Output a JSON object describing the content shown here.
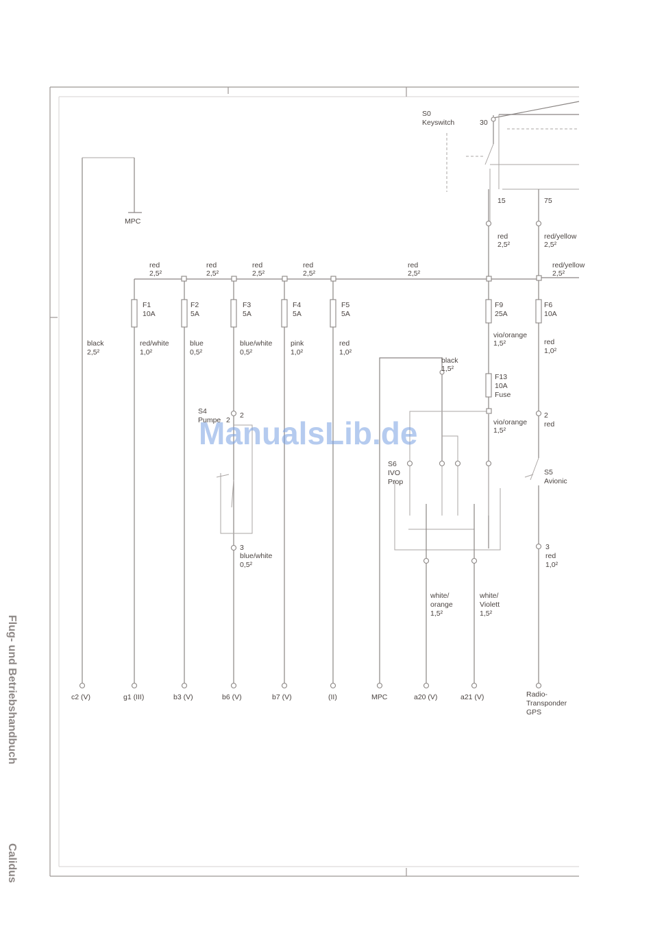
{
  "sidebar": {
    "manual_title": "Flug- und Betriebshandbuch",
    "aircraft": "Calidus"
  },
  "watermark": "ManualsLib.de",
  "keyswitch": {
    "id": "S0",
    "name": "Keyswitch",
    "terminal_30": "30",
    "terminal_15": "15",
    "terminal_75": "75"
  },
  "mpc_top": "MPC",
  "bus_wires": [
    {
      "color": "red",
      "size": "2,5²"
    },
    {
      "color": "red",
      "size": "2,5²"
    },
    {
      "color": "red",
      "size": "2,5²"
    },
    {
      "color": "red",
      "size": "2,5²"
    },
    {
      "color": "red",
      "size": "2,5²"
    }
  ],
  "fuses": [
    {
      "id": "F1",
      "rating": "10A"
    },
    {
      "id": "F2",
      "rating": "5A"
    },
    {
      "id": "F3",
      "rating": "5A"
    },
    {
      "id": "F4",
      "rating": "5A"
    },
    {
      "id": "F5",
      "rating": "5A"
    },
    {
      "id": "F9",
      "rating": "25A"
    },
    {
      "id": "F6",
      "rating": "10A"
    },
    {
      "id": "F13",
      "rating": "10A",
      "note": "Fuse"
    }
  ],
  "wires": {
    "black": {
      "color": "black",
      "size": "2,5²"
    },
    "f1": {
      "color": "red/white",
      "size": "1,0²"
    },
    "f2": {
      "color": "blue",
      "size": "0,5²"
    },
    "f3": {
      "color": "blue/white",
      "size": "0,5²"
    },
    "f4": {
      "color": "pink",
      "size": "1,0²"
    },
    "f5": {
      "color": "red",
      "size": "1,0²"
    },
    "t15": {
      "color": "red",
      "size": "2,5²"
    },
    "t75": {
      "color": "red/yellow",
      "size": "2,5²"
    },
    "t75b": {
      "color": "red/yellow",
      "size": "2,5²"
    },
    "f9": {
      "color": "vio/orange",
      "size": "1,5²"
    },
    "f6": {
      "color": "red",
      "size": "1,0²"
    },
    "mpc_black": {
      "color": "black",
      "size": "1,5²"
    },
    "f13": {
      "color": "vio/orange",
      "size": "1,5²"
    },
    "s4_out": {
      "color": "blue/white",
      "size": "0,5²"
    },
    "s5_in": {
      "color": "red"
    },
    "s5_out": {
      "color": "red",
      "size": "1,0²"
    },
    "s6_a": {
      "color": "white/",
      "color2": "orange",
      "size": "1,5²"
    },
    "s6_b": {
      "color": "white/",
      "color2": "Violett",
      "size": "1,5²"
    }
  },
  "switches": {
    "s4": {
      "id": "S4",
      "name": "Pumpe",
      "pin_top": "2",
      "pin_bottom": "3",
      "pin_left": "2"
    },
    "s5": {
      "id": "S5",
      "name": "Avionic",
      "pin_top": "2",
      "pin_bottom": "3"
    },
    "s6": {
      "id": "S6",
      "name1": "IVO",
      "name2": "Prop"
    }
  },
  "connectors": [
    "c2 (V)",
    "g1 (III)",
    "b3 (V)",
    "b6 (V)",
    "b7 (V)",
    "(II)",
    "MPC",
    "a20 (V)",
    "a21 (V)"
  ],
  "radio_label": [
    "Radio-",
    "Transponder",
    "GPS"
  ]
}
